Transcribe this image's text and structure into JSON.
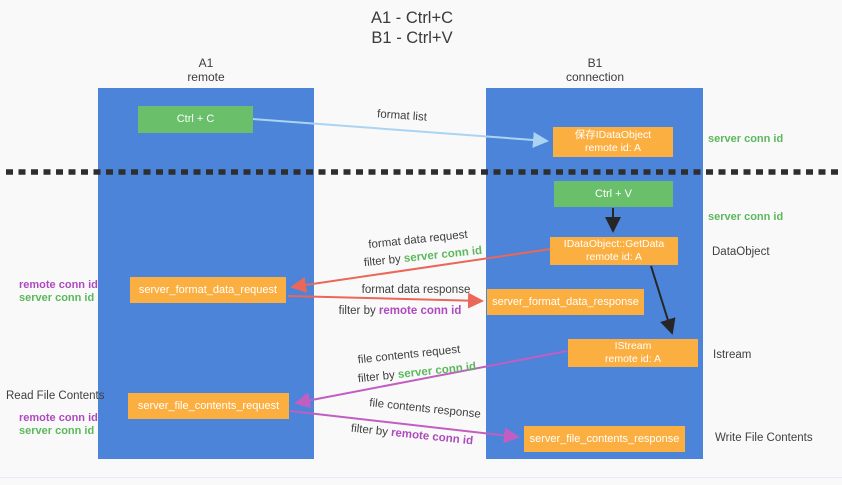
{
  "title": {
    "line1": "A1 - Ctrl+C",
    "line2": "B1 - Ctrl+V"
  },
  "columns": {
    "left": {
      "id": "A1",
      "role": "remote"
    },
    "right": {
      "id": "B1",
      "role": "connection"
    }
  },
  "boxes": {
    "ctrl_c": "Ctrl + C",
    "save_idataobject": {
      "line1": "保存IDataObject",
      "line2": "remote id: A"
    },
    "ctrl_v": "Ctrl + V",
    "getdata": {
      "line1": "IDataObject::GetData",
      "line2": "remote id: A"
    },
    "format_request": "server_format_data_request",
    "format_response": "server_format_data_response",
    "istream": {
      "line1": "IStream",
      "line2": "remote id: A"
    },
    "file_request": "server_file_contents_request",
    "file_response": "server_file_contents_response"
  },
  "flow_labels": {
    "format_list": "format list",
    "format_data_request": "format data request",
    "format_data_response": "format data response",
    "file_contents_request": "file contents request",
    "file_contents_response": "file contents response",
    "filter_by": "filter by ",
    "server_conn_id": "server conn id",
    "remote_conn_id": "remote conn id"
  },
  "side_labels": {
    "left": {
      "remote_conn_id": "remote conn id",
      "server_conn_id": "server conn id",
      "read_file_contents": "Read File Contents"
    },
    "right": {
      "server_conn_id_top": "server conn id",
      "server_conn_id_mid": "server conn id",
      "dataobject": "DataObject",
      "istream": "Istream",
      "write_file_contents": "Write File Contents"
    }
  },
  "colors": {
    "bg": "#f9f9f9",
    "panel_blue": "#4b84d8",
    "box_green": "#6abf6a",
    "box_orange": "#fbaf41",
    "text_green": "#5cb85c",
    "text_purple": "#ad4bbd",
    "arrow_red": "#ea6759",
    "arrow_magenta": "#c15ec1",
    "arrow_lightblue": "#aad4f2"
  }
}
